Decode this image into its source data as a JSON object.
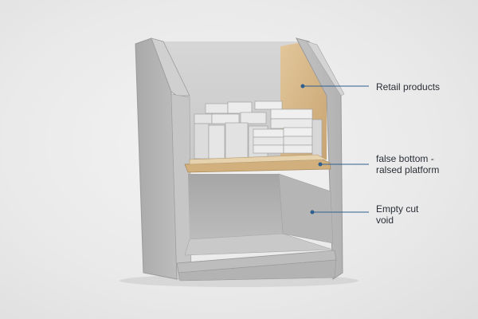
{
  "labels": {
    "retail_products": "Retail products",
    "false_bottom_line1": "false bottom -",
    "false_bottom_line2": "ralsed platform",
    "empty_void_line1": "Empty cut",
    "empty_void_line2": "void"
  },
  "colors": {
    "background": "#e9e9e9",
    "cardboard_gray": "#b9b9b9",
    "cardboard_light": "#cfcfcf",
    "kraft_inner": "#d8b98a",
    "leader_line": "#2e5f8f"
  }
}
